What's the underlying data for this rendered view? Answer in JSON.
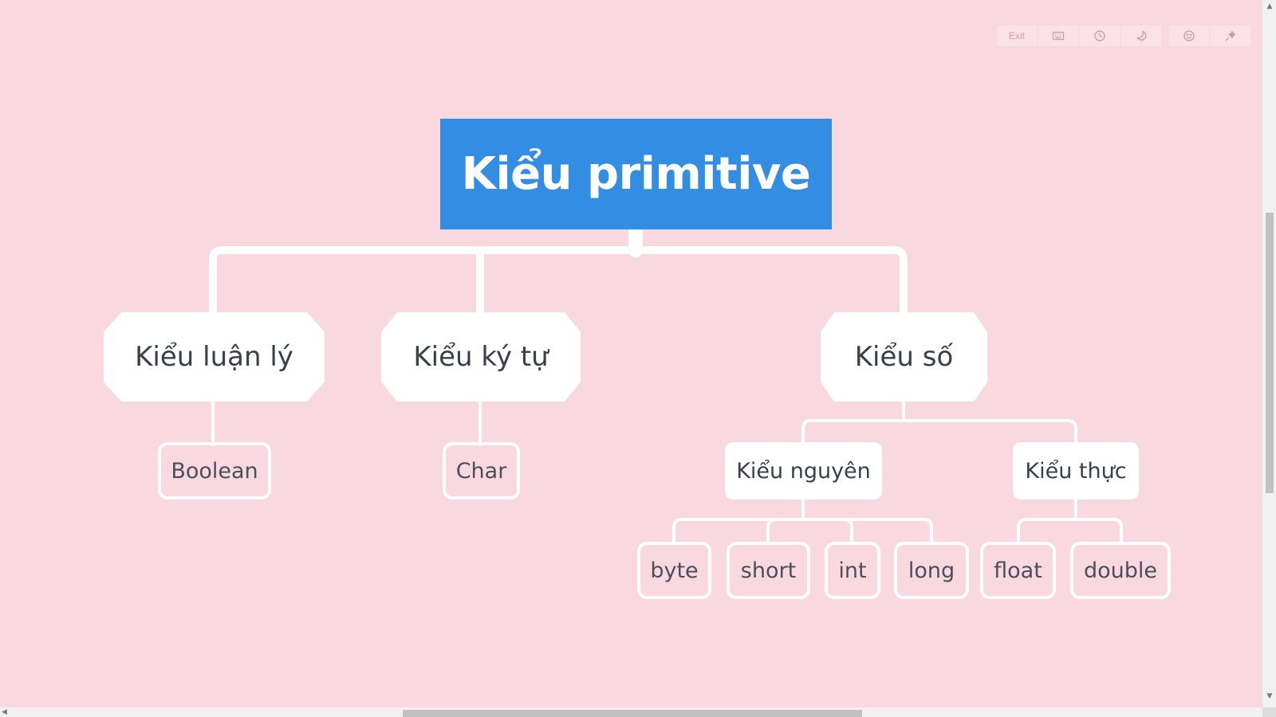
{
  "toolbar": {
    "exit_label": "Exit",
    "buttons": [
      {
        "name": "keyboard-icon"
      },
      {
        "name": "clock-icon"
      },
      {
        "name": "moon-icon"
      },
      {
        "name": "smiley-icon"
      },
      {
        "name": "pin-icon"
      }
    ]
  },
  "mindmap": {
    "root": {
      "label": "Kiểu primitive",
      "color": "#338ee3"
    },
    "main_topics": [
      {
        "label": "Kiểu luận lý",
        "children": [
          "Boolean"
        ]
      },
      {
        "label": "Kiểu ký tự",
        "children": [
          "Char"
        ]
      },
      {
        "label": "Kiểu số",
        "subtopics": [
          {
            "label": "Kiểu nguyên",
            "children": [
              "byte",
              "short",
              "int",
              "long"
            ]
          },
          {
            "label": "Kiểu thực",
            "children": [
              "float",
              "double"
            ]
          }
        ]
      }
    ]
  },
  "colors": {
    "background": "#f9d8df",
    "root_fill": "#338ee3",
    "node_fill": "#ffffff",
    "connector": "#ffffff",
    "text": "#3a3f4b"
  }
}
